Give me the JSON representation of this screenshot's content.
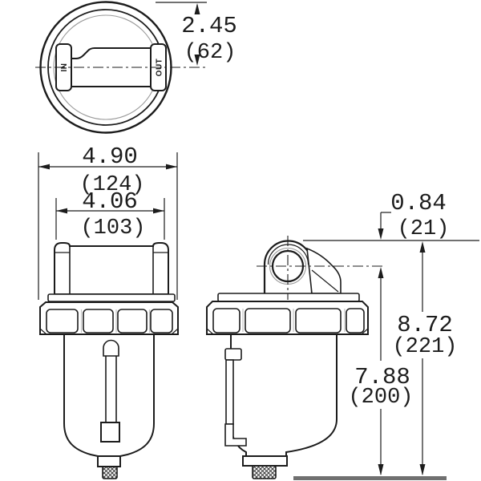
{
  "drawing": {
    "type": "technical-dimension-drawing",
    "subject": "inline air filter with bowl",
    "colors": {
      "line": "#1c1c1c",
      "faint": "#9a9a9a",
      "ground": "#707070",
      "background": "#ffffff"
    },
    "top_view": {
      "inlet_label": "IN",
      "outlet_label": "OUT"
    },
    "dimensions": {
      "radius_height": {
        "inches": "2.45",
        "millimeters": "(62)"
      },
      "overall_width": {
        "inches": "4.90",
        "millimeters": "(124)"
      },
      "body_width": {
        "inches": "4.06",
        "millimeters": "(103)"
      },
      "port_drop": {
        "inches": "0.84",
        "millimeters": "(21)"
      },
      "centerline_height": {
        "inches": "7.88",
        "millimeters": "(200)"
      },
      "overall_height": {
        "inches": "8.72",
        "millimeters": "(221)"
      }
    }
  }
}
